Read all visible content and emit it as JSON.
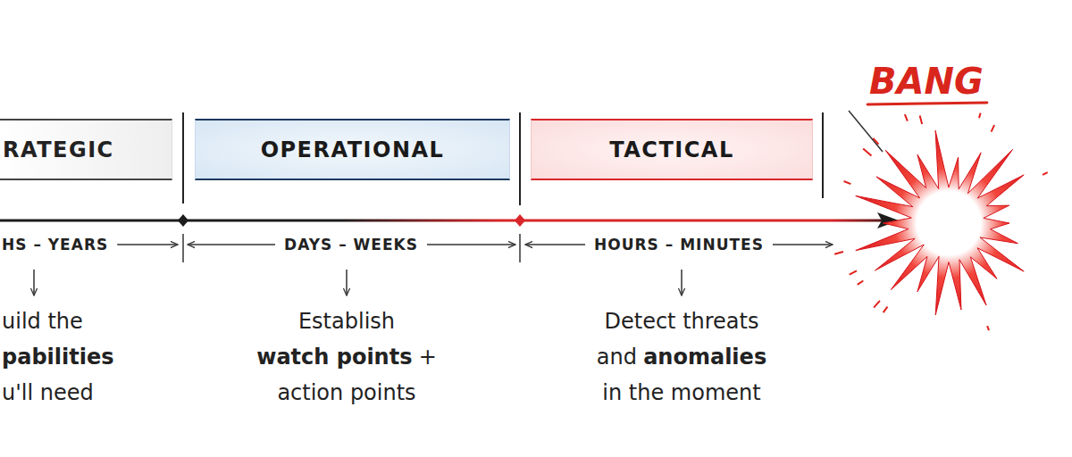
{
  "diagram": {
    "nodes": [
      {
        "text": [
          "RATEGIC"
        ]
      },
      {
        "text": [
          "OPERATIONAL"
        ]
      },
      {
        "text": [
          "TACTICAL"
        ]
      }
    ],
    "labels": [
      "HS – YEARS",
      "DAYS – WEEKS",
      "HOURS – MINUTES",
      "uild the",
      "pabilities",
      "u'll need",
      "Establish",
      "watch points",
      "+",
      "action points",
      "Detect threats",
      "and",
      "anomalies",
      "in the moment",
      "BANG"
    ]
  }
}
